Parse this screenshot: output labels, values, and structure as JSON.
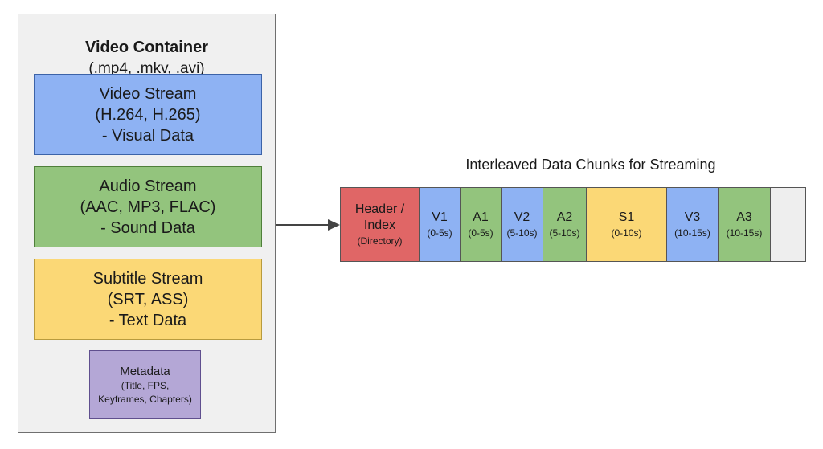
{
  "container": {
    "title": "Video Container",
    "subtitle": "(.mp4, .mkv, .avi)",
    "streams": [
      {
        "lines": [
          "Video Stream",
          "(H.264, H.265)",
          "- Visual Data"
        ],
        "color": "#8eb2f3"
      },
      {
        "lines": [
          "Audio Stream",
          "(AAC, MP3, FLAC)",
          "- Sound Data"
        ],
        "color": "#93c47d"
      },
      {
        "lines": [
          "Subtitle Stream",
          "(SRT, ASS)",
          "- Text Data"
        ],
        "color": "#fbd876"
      }
    ],
    "metadata": {
      "title": "Metadata",
      "details": [
        "(Title, FPS,",
        "Keyframes, Chapters)"
      ],
      "color": "#b4a7d6"
    }
  },
  "streaming": {
    "title": "Interleaved Data Chunks for Streaming",
    "header_chunk": {
      "label_lines": [
        "Header /",
        "Index"
      ],
      "detail": "(Directory)",
      "color": "#e06666"
    },
    "chunks": [
      {
        "label": "V1",
        "time": "(0-5s)",
        "kind": "video"
      },
      {
        "label": "A1",
        "time": "(0-5s)",
        "kind": "audio"
      },
      {
        "label": "V2",
        "time": "(5-10s)",
        "kind": "video"
      },
      {
        "label": "A2",
        "time": "(5-10s)",
        "kind": "audio"
      },
      {
        "label": "S1",
        "time": "(0-10s)",
        "kind": "subtitle"
      },
      {
        "label": "V3",
        "time": "(10-15s)",
        "kind": "video"
      },
      {
        "label": "A3",
        "time": "(10-15s)",
        "kind": "audio"
      }
    ]
  }
}
